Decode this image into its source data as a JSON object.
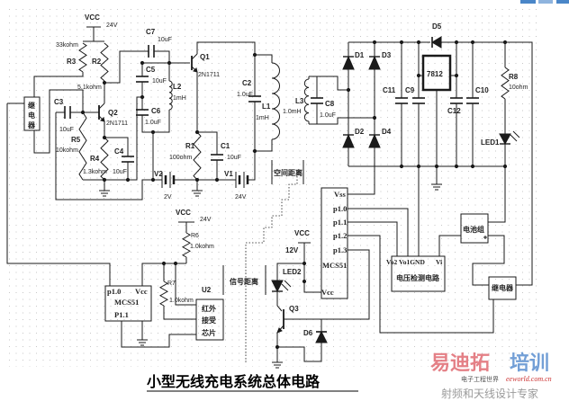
{
  "title": "小型无线充电系统总体电路",
  "colors": {
    "wire": "#1a1a1a",
    "grid_dot": "#b8b8b8",
    "watermark_red": "#e06a72",
    "watermark_blue": "#5b8fd0",
    "corner_bar": "#4a86c8"
  },
  "transmitter": {
    "vcc": "VCC",
    "vcc_voltage": "24V",
    "r3": "R3",
    "r3_value": "33kohm",
    "r2": "R2",
    "r2_value": "5.1kohm",
    "c7": "C7",
    "c7_value": "10uF",
    "q1": "Q1",
    "q1_part": "2N1711",
    "c5": "C5",
    "c5_value": "10uF",
    "l2": "L2",
    "l2_value": "1mH",
    "c6": "C6",
    "c6_value": "1.0uF",
    "c3": "C3",
    "c3_value": "10uF",
    "q2": "Q2",
    "q2_part": "2N1711",
    "r5": "R5",
    "r5_value": "10kohm",
    "r4": "R4",
    "r4_value": "1.3kohm",
    "c4": "C4",
    "c4_value": "10uF",
    "r1": "R1",
    "r1_value": "100ohm",
    "c1": "C1",
    "c1_value": "10uF",
    "c2": "C2",
    "c2_value": "1.0uF",
    "l1": "L1",
    "l1_value": "1mH",
    "v2": "V2",
    "v2_value": "2V",
    "v1": "V1",
    "v1_value": "24V",
    "relay": [
      "继",
      "电",
      "器"
    ],
    "space_distance": "空间距离"
  },
  "receiver": {
    "l3": "L3",
    "l3_value": "1.0mH",
    "c8": "C8",
    "c8_value": "1.0uF",
    "d1": "D1",
    "d2": "D2",
    "d3": "D3",
    "d4": "D4",
    "d5": "D5",
    "c11": "C11",
    "c9": "C9",
    "c12": "C12",
    "c10": "C10",
    "regulator": "7812",
    "r8": "R8",
    "r8_value": "10ohm",
    "led1": "LED1"
  },
  "controller": {
    "vss": "Vss",
    "p10": "p1.0",
    "p11": "p1.1",
    "p12": "p1.2",
    "p13": "p1.3",
    "chip": "MCS51",
    "vcc_pin": "Vcc",
    "vcc": "VCC",
    "vcc_voltage": "12V",
    "led2": "LED2",
    "q3": "Q3",
    "d6": "D6",
    "signal_distance": "信号距离",
    "detector_pins": "Vo2 Vo1GND",
    "detector_vi": "Vi",
    "detector": "电压检测电路",
    "battery": "电池组",
    "relay": "继电器"
  },
  "ir_side": {
    "vcc": "VCC",
    "vcc_voltage": "24V",
    "r6": "R6",
    "r6_value": "1.0kohm",
    "r7": "R7",
    "r7_value": "1.0kohm",
    "u2": "U2",
    "chip_p10": "p1.0",
    "chip_vcc": "Vcc",
    "chip": "MCS51",
    "chip_p11": "P1.1",
    "ir_chip": [
      "红外",
      "接受",
      "芯片"
    ]
  },
  "watermark": {
    "brand_red": "易迪拓",
    "brand_blue": "培训",
    "site_cn": "电子工程世界",
    "site_url": "eeworld.com.cn",
    "slogan": "射频和天线设计专家"
  }
}
